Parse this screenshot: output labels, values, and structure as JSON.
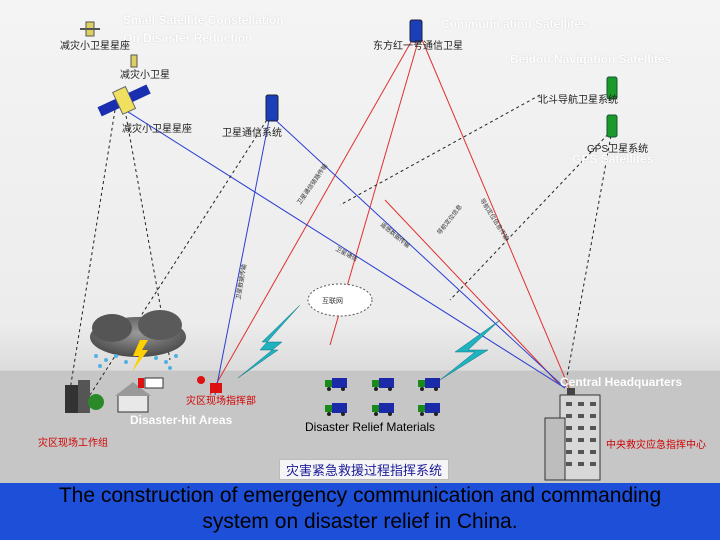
{
  "labels": {
    "small_sat_constellation": "Small Satellite Constellation",
    "on_disaster_reduction": "On Disaster Reduction",
    "communication_satellites": "Communication Satellites",
    "beidou_satellites": "Beidou Navigation Satellites",
    "gps_satellites": "GPS Satellites",
    "central_headquarters": "Central Headquarters",
    "disaster_hit_areas": "Disaster-hit Areas",
    "disaster_relief_materials": "Disaster Relief Materials"
  },
  "chinese_labels": {
    "small_sat_group": "减灾小卫星星座",
    "small_sat_1": "减灾小卫星",
    "small_sat_2": "减灾小卫星星座",
    "comm_sat": "东方红一号通信卫星",
    "beidou_sys": "北斗导航卫星系统",
    "gps_sys": "GPS卫星系统",
    "comm_sys": "卫星通信系统",
    "site_vehicle": "灾区现场工作组",
    "field_hq": "灾区现场指挥部",
    "central_hq": "中央救灾应急指挥中心",
    "system_title": "灾害紧急救援过程指挥系统"
  },
  "caption": {
    "line1": "The construction of emergency communication and commanding",
    "line2": "system on disaster relief in China."
  },
  "colors": {
    "caption_bg": "#1e4fd8",
    "red_link": "#e03030",
    "blue_link": "#2a3fd0",
    "black_link": "#222222",
    "truck_green": "#1a8a1a",
    "truck_blue": "#1a2aa8"
  }
}
